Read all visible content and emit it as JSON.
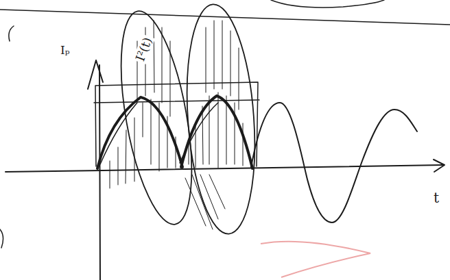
{
  "diagram": {
    "labels": [
      "I²(t)",
      "t",
      "Iₚ"
    ]
  }
}
